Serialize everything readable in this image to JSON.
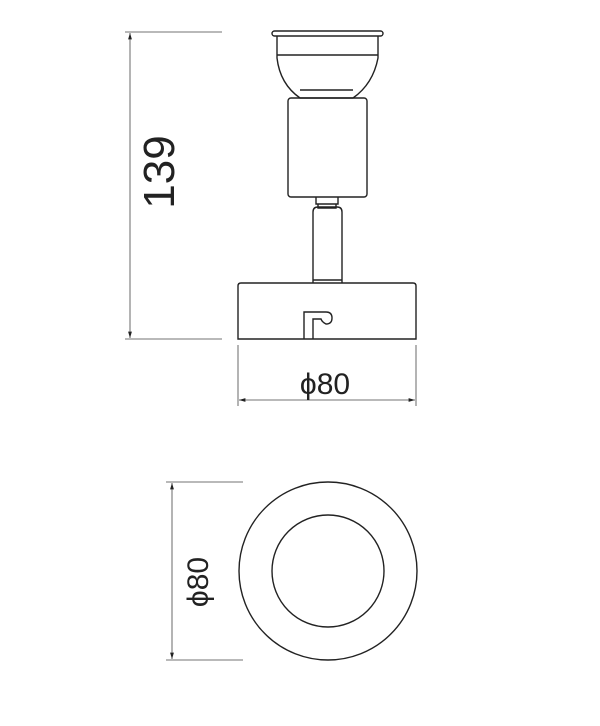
{
  "dimensions": {
    "height_label": "139",
    "side_diameter_label": "ϕ80",
    "top_diameter_label": "ϕ80"
  },
  "line_color": "#222222"
}
